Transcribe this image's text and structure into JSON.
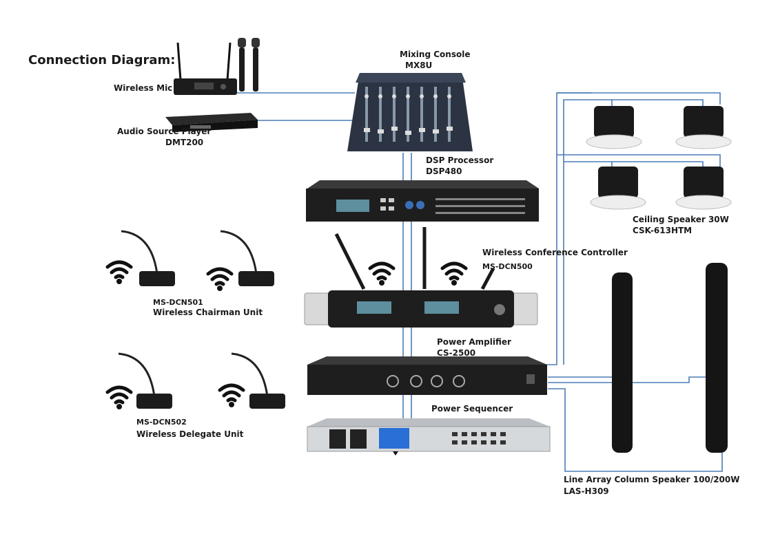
{
  "title": "Connection Diagram:",
  "labels": {
    "wireless_mic": "Wireless Mic",
    "mixing_console": "Mixing Console",
    "mixing_console_model": "MX8U",
    "audio_source_player": "Audio Source Player",
    "audio_source_player_model": "DMT200",
    "dsp_processor": "DSP Processor",
    "dsp_processor_model": "DSP480",
    "ceiling_speaker": "Ceiling Speaker 30W",
    "ceiling_speaker_model": "CSK-613HTM",
    "conference_controller": "Wireless Conference Controller",
    "conference_controller_model": "MS-DCN500",
    "chairman_model": "MS-DCN501",
    "chairman_unit": "Wireless Chairman Unit",
    "power_amplifier": "Power Amplifier",
    "power_amplifier_model": "CS-2500",
    "delegate_model": "MS-DCN502",
    "delegate_unit": "Wireless Delegate Unit",
    "power_sequencer": "Power Sequencer",
    "line_array": "Line Array Column Speaker 100/200W",
    "line_array_model": "LAS-H309"
  },
  "icons": [
    "wireless-mic-icon",
    "mixing-console-icon",
    "audio-player-icon",
    "dsp-processor-icon",
    "conference-controller-icon",
    "power-amplifier-icon",
    "power-sequencer-icon",
    "ceiling-speaker-icon",
    "line-array-speaker-icon",
    "gooseneck-mic-icon",
    "wifi-icon"
  ],
  "colors": {
    "wire": "#4a7bb5",
    "device_dark": "#1c1c1c",
    "panel_silver": "#cfd2d6",
    "lcd_blue": "#2a6fd6",
    "text": "#1a1a1a"
  }
}
